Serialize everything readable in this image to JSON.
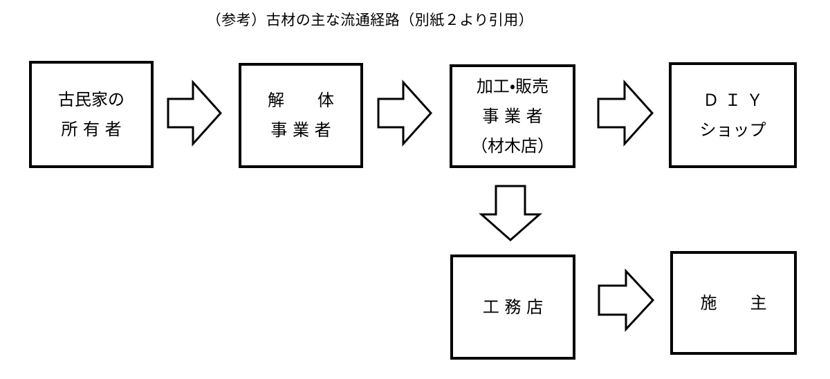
{
  "title": "（参考）古材の主な流通経路（別紙２より引用）",
  "boxes": {
    "owner": {
      "lines": [
        "古民家の",
        "所 有 者"
      ]
    },
    "demolition": {
      "lines": [
        "解　　体",
        "事 業 者"
      ]
    },
    "processor": {
      "lines": [
        "加工・販売",
        "事 業 者",
        "（材木店）"
      ]
    },
    "diy": {
      "lines": [
        "Ｄ Ｉ Ｙ",
        "ショップ"
      ]
    },
    "builder": {
      "lines": [
        "工 務 店"
      ]
    },
    "client": {
      "lines": [
        "施　　主"
      ]
    }
  },
  "flow": [
    {
      "from": "古民家の所有者",
      "to": "解体事業者",
      "direction": "right"
    },
    {
      "from": "解体事業者",
      "to": "加工・販売事業者（材木店）",
      "direction": "right"
    },
    {
      "from": "加工・販売事業者（材木店）",
      "to": "ＤＩＹショップ",
      "direction": "right"
    },
    {
      "from": "加工・販売事業者（材木店）",
      "to": "工務店",
      "direction": "down"
    },
    {
      "from": "工務店",
      "to": "施主",
      "direction": "right"
    }
  ],
  "colors": {
    "line": "#000000",
    "background": "#ffffff"
  }
}
